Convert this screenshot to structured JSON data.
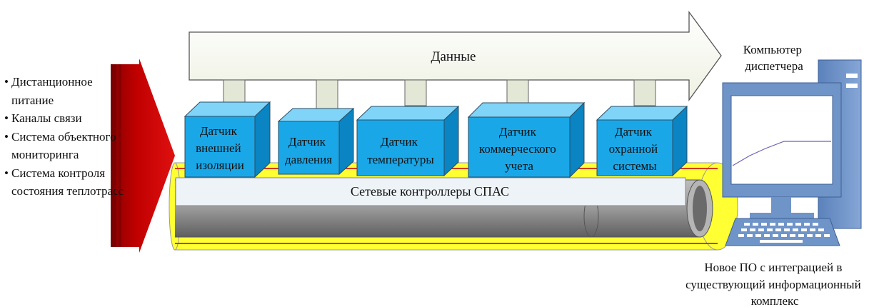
{
  "left_list": [
    "Дистанционное питание",
    "Каналы связи",
    "Система объектного мониторинга",
    "Система контроля состояния теплотрасс"
  ],
  "data_arrow_label": "Данные",
  "sensors": [
    {
      "line1": "Датчик",
      "line2": "внешней",
      "line3": "изоляции"
    },
    {
      "line1": "Датчик",
      "line2": "давления",
      "line3": ""
    },
    {
      "line1": "Датчик",
      "line2": "температуры",
      "line3": ""
    },
    {
      "line1": "Датчик",
      "line2": "коммерческого",
      "line3": "учета"
    },
    {
      "line1": "Датчик",
      "line2": "охранной",
      "line3": "системы"
    }
  ],
  "controller_label": "Сетевые контроллеры СПАС",
  "computer_label": {
    "line1": "Компьютер",
    "line2": "диспетчера"
  },
  "software_label": {
    "line1": "Новое ПО с интеграцией в",
    "line2": "существующий информационный",
    "line3": "комплекс"
  },
  "colors": {
    "input_arrow": "#c00000",
    "data_arrow_fill": "#f2f4ea",
    "sensor_front": "#1aa7e8",
    "sensor_top": "#7fd4f7",
    "sensor_side": "#0a84c2",
    "pipe_yellow": "#ffff33",
    "pipe_gray": "#8a8a8a",
    "computer_blue": "#6f94c8"
  }
}
